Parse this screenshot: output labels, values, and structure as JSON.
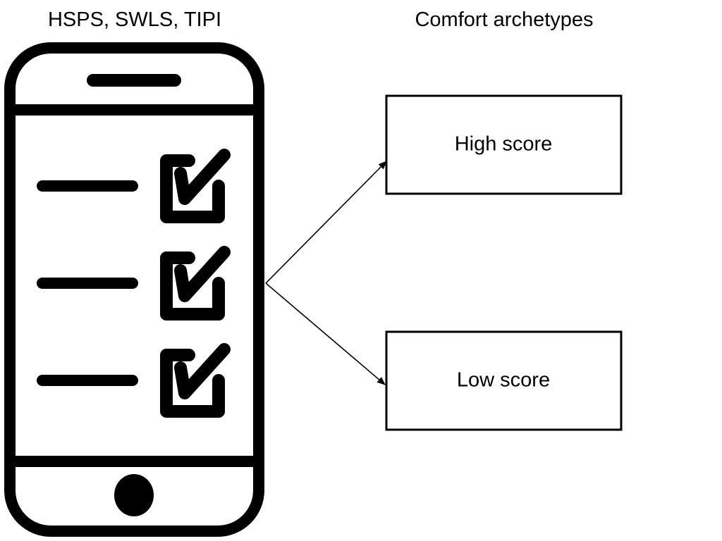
{
  "headings": {
    "left": "HSPS, SWLS, TIPI",
    "right": "Comfort archetypes"
  },
  "phone": {
    "checklist_rows": 3,
    "all_checked": true
  },
  "outcomes": [
    {
      "label": "High score"
    },
    {
      "label": "Low score"
    }
  ],
  "colors": {
    "stroke": "#000000",
    "background": "#ffffff"
  }
}
